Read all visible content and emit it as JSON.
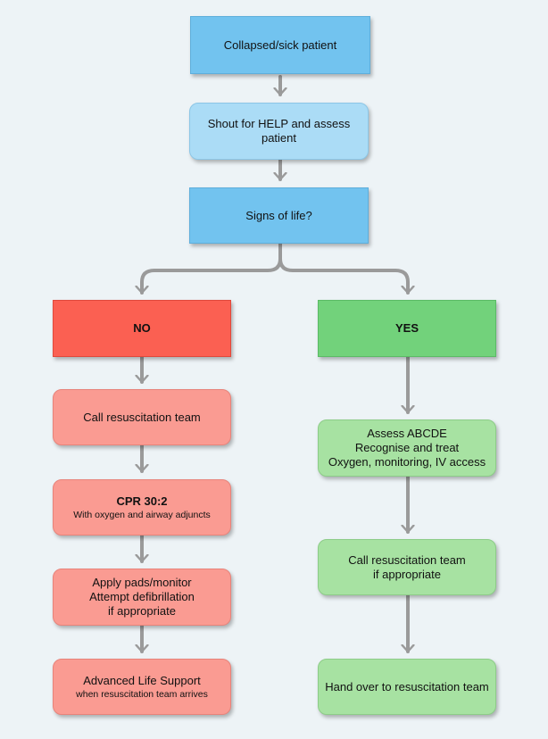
{
  "colors": {
    "background": "#edf3f6",
    "connector": "#9a9a9a",
    "blue": "#72c3ef",
    "light_blue": "#abdcf6",
    "red": "#fb6052",
    "pink": "#fa9b92",
    "green": "#72d27b",
    "light_green": "#a7e2a2"
  },
  "top": {
    "collapsed": "Collapsed/sick patient",
    "shout": [
      "Shout for HELP and assess",
      "patient"
    ],
    "signs": "Signs of life?"
  },
  "no_branch": {
    "header": "NO",
    "call_team": "Call resuscitation team",
    "cpr_title": "CPR 30:2",
    "cpr_sub": "With oxygen and airway adjuncts",
    "pads": [
      "Apply pads/monitor",
      "Attempt defibrillation",
      "if appropriate"
    ],
    "als_title": "Advanced Life Support",
    "als_sub": "when resuscitation team arrives"
  },
  "yes_branch": {
    "header": "YES",
    "assess": [
      "Assess ABCDE",
      "Recognise and treat",
      "Oxygen, monitoring, IV access"
    ],
    "call_team": [
      "Call resuscitation team",
      "if appropriate"
    ],
    "hand_over": "Hand over to resuscitation team"
  }
}
